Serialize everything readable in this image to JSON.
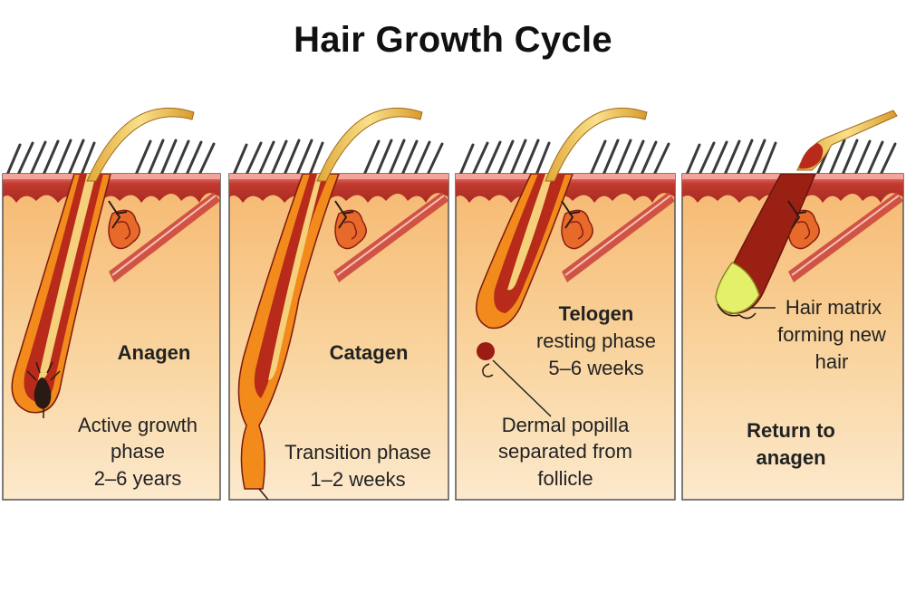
{
  "title": "Hair Growth Cycle",
  "colors": {
    "dermis": "#f7c98e",
    "dermis_light": "#fbe3c0",
    "epidermis": "#b8322a",
    "epidermis_top": "#e46b60",
    "follicle_outer": "#f28a1c",
    "follicle_mid": "#b82a1a",
    "hair_shaft": "#f4d17a",
    "hair_core": "#fff2b0",
    "surface_hair": "#3a3a3a",
    "matrix": "#e4f06a",
    "papilla": "#9a1c12"
  },
  "panels": [
    {
      "phase": "Anagen",
      "lines": [
        "Active growth",
        "phase",
        "2–6 years"
      ]
    },
    {
      "phase": "Catagen",
      "lines": [
        "Transition phase",
        "1–2 weeks"
      ]
    },
    {
      "phase": "Telogen",
      "lines": [
        "resting phase",
        "5–6 weeks"
      ],
      "callout": [
        "Dermal popilla",
        "separated from",
        "follicle"
      ]
    },
    {
      "phase": "Return to",
      "phase_line2": "anagen",
      "callout": [
        "Hair matrix",
        "forming new",
        "hair"
      ]
    }
  ]
}
